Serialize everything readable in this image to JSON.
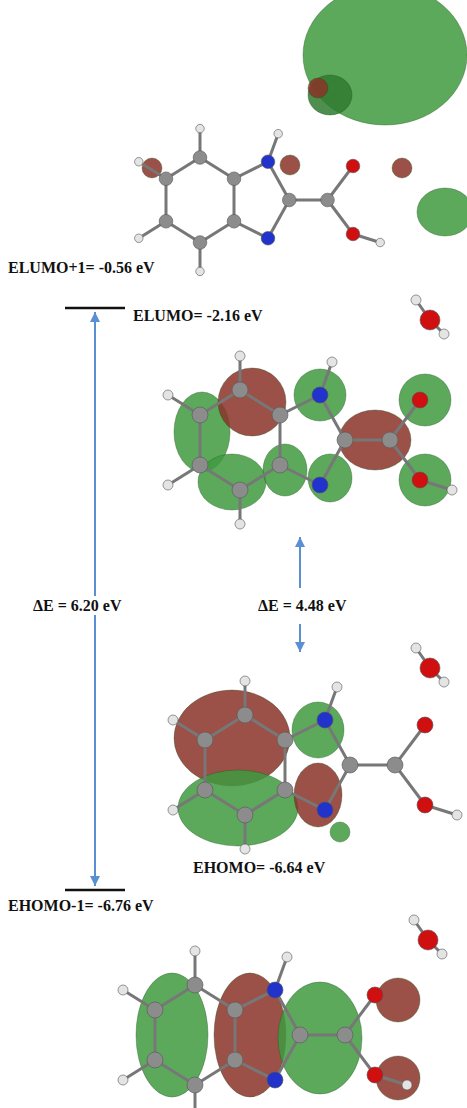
{
  "diagram": {
    "labels": [
      "ELUMO+1= -0.56 eV",
      "ELUMO= -2.16 eV",
      "ΔE = 6.20 eV",
      "ΔE = 4.48 eV",
      "EHOMO= -6.64 eV",
      "EHOMO-1= -6.76 eV"
    ]
  }
}
